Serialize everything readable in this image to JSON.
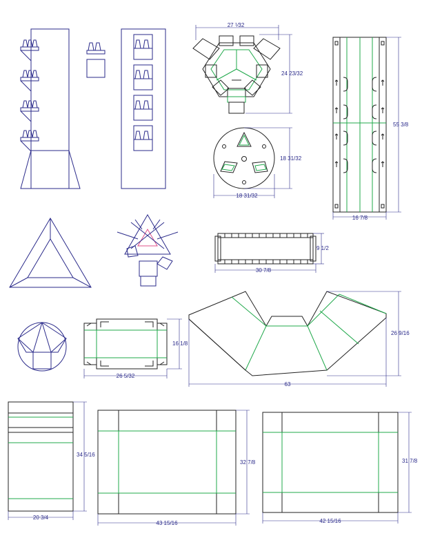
{
  "colors": {
    "outline": "#2a2a8a",
    "cut": "#222222",
    "fold": "#1fa84a",
    "accent": "#e0508a"
  },
  "dimensions": {
    "hex_top_width": "27 ⅟32",
    "hex_top_height": "24 23/32",
    "disc_width": "18 31/32",
    "disc_height": "18 31/32",
    "tall_panel_height": "55 3/8",
    "tall_panel_width": "16 7/8",
    "tray_width": "30 7/8",
    "tray_height": "9 1/2",
    "sleeve_width": "26 5/32",
    "sleeve_height": "16 1/8",
    "wing_width": "63",
    "wing_height": "26 9/16",
    "box_a_width": "20 3/4",
    "box_a_height": "34 5/16",
    "box_b_width": "43 15/16",
    "box_b_height": "32 7/8",
    "box_c_width": "42 15/16",
    "box_c_height": "31 7/8"
  }
}
